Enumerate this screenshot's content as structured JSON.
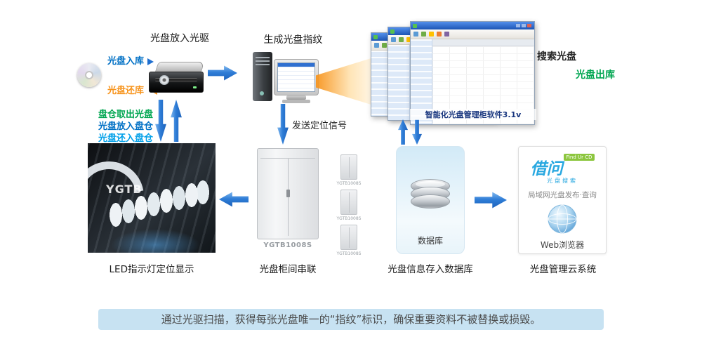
{
  "titles": {
    "drive": "光盘放入光驱",
    "fingerprint": "生成光盘指纹"
  },
  "flow_labels": {
    "disc_in": "光盘入库",
    "disc_return": "光盘还库",
    "search_disc": "搜索光盘",
    "disc_out": "光盘出库",
    "bin_out": "盘仓取出光盘",
    "bin_in": "光盘放入盘仓",
    "bin_return": "光盘还入盘仓",
    "send_signal": "发送定位信号"
  },
  "software": {
    "name": "智能化光盘管理柜软件3.1v"
  },
  "photo": {
    "watermark": "YGTB"
  },
  "led": {
    "caption": "LED指示灯定位显示"
  },
  "cabinet": {
    "model": "YGTB1008S",
    "caption": "光盘柜间串联"
  },
  "database": {
    "label": "数据库",
    "caption": "光盘信息存入数据库"
  },
  "cloud": {
    "logo": "借问",
    "badge": "Find Ur CD",
    "logo_sub": "光盘搜索",
    "line1": "局域网光盘发布·查询",
    "browser": "Web浏览器",
    "caption": "光盘管理云系统"
  },
  "banner": {
    "text": "通过光驱扫描，获得每张光盘唯一的“指纹”标识，确保重要资料不被替换或损毁。"
  },
  "colors": {
    "arrow_blue": "#2e7cd6",
    "green": "#00a651",
    "blue": "#0070c5",
    "cyan_blue": "#00a0e9",
    "orange": "#f7941d",
    "banner_bg": "#c7e2f2",
    "software_title_blue": "#17357e",
    "logo_blue": "#29a8e0",
    "badge_green": "#8cc63e"
  }
}
